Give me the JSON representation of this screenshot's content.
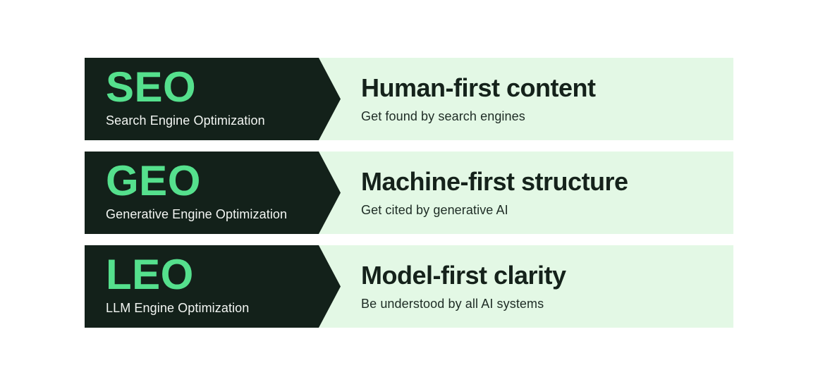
{
  "colors": {
    "dark": "#13211a",
    "accent": "#55e08d",
    "panel": "#e3f8e5",
    "heading": "#15221b",
    "desc": "#1e2c25",
    "subtitle-on-dark": "#f3f6f3",
    "page-bg": "#ffffff"
  },
  "rows": [
    {
      "acronym": "SEO",
      "full_name": "Search Engine Optimization",
      "heading": "Human-first content",
      "description": "Get found by search engines"
    },
    {
      "acronym": "GEO",
      "full_name": "Generative Engine Optimization",
      "heading": "Machine-first structure",
      "description": "Get cited by generative AI"
    },
    {
      "acronym": "LEO",
      "full_name": "LLM Engine Optimization",
      "heading": "Model-first clarity",
      "description": "Be understood by all AI systems"
    }
  ]
}
